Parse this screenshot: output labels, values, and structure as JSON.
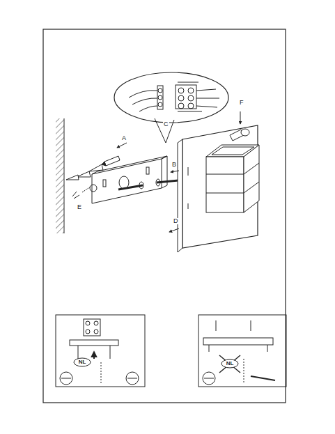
{
  "diagram": {
    "labels": [
      "A",
      "B",
      "C",
      "D",
      "E",
      "F",
      "NL",
      "NL"
    ]
  }
}
